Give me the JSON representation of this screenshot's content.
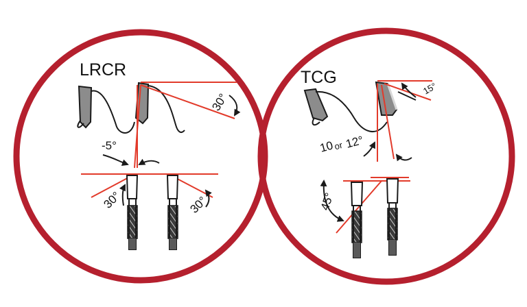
{
  "colors": {
    "circle": "#b5202e",
    "guide": "#e23a2a",
    "ink": "#1a1a1a",
    "tooth_fill": "#8c8c8c",
    "tooth_light": "#d8d8d8",
    "background": "#ffffff"
  },
  "panels": [
    {
      "id": "lrcr",
      "title": "LRCR",
      "angles": {
        "rake": "30°",
        "hook": "-5°",
        "bevel_left": "30°",
        "bevel_right": "30°"
      }
    },
    {
      "id": "tcg",
      "title": "TCG",
      "angles": {
        "top": "15°",
        "hook_value": "10",
        "hook_or": "or",
        "hook_alt": "12°",
        "chamfer": "45°"
      }
    }
  ]
}
